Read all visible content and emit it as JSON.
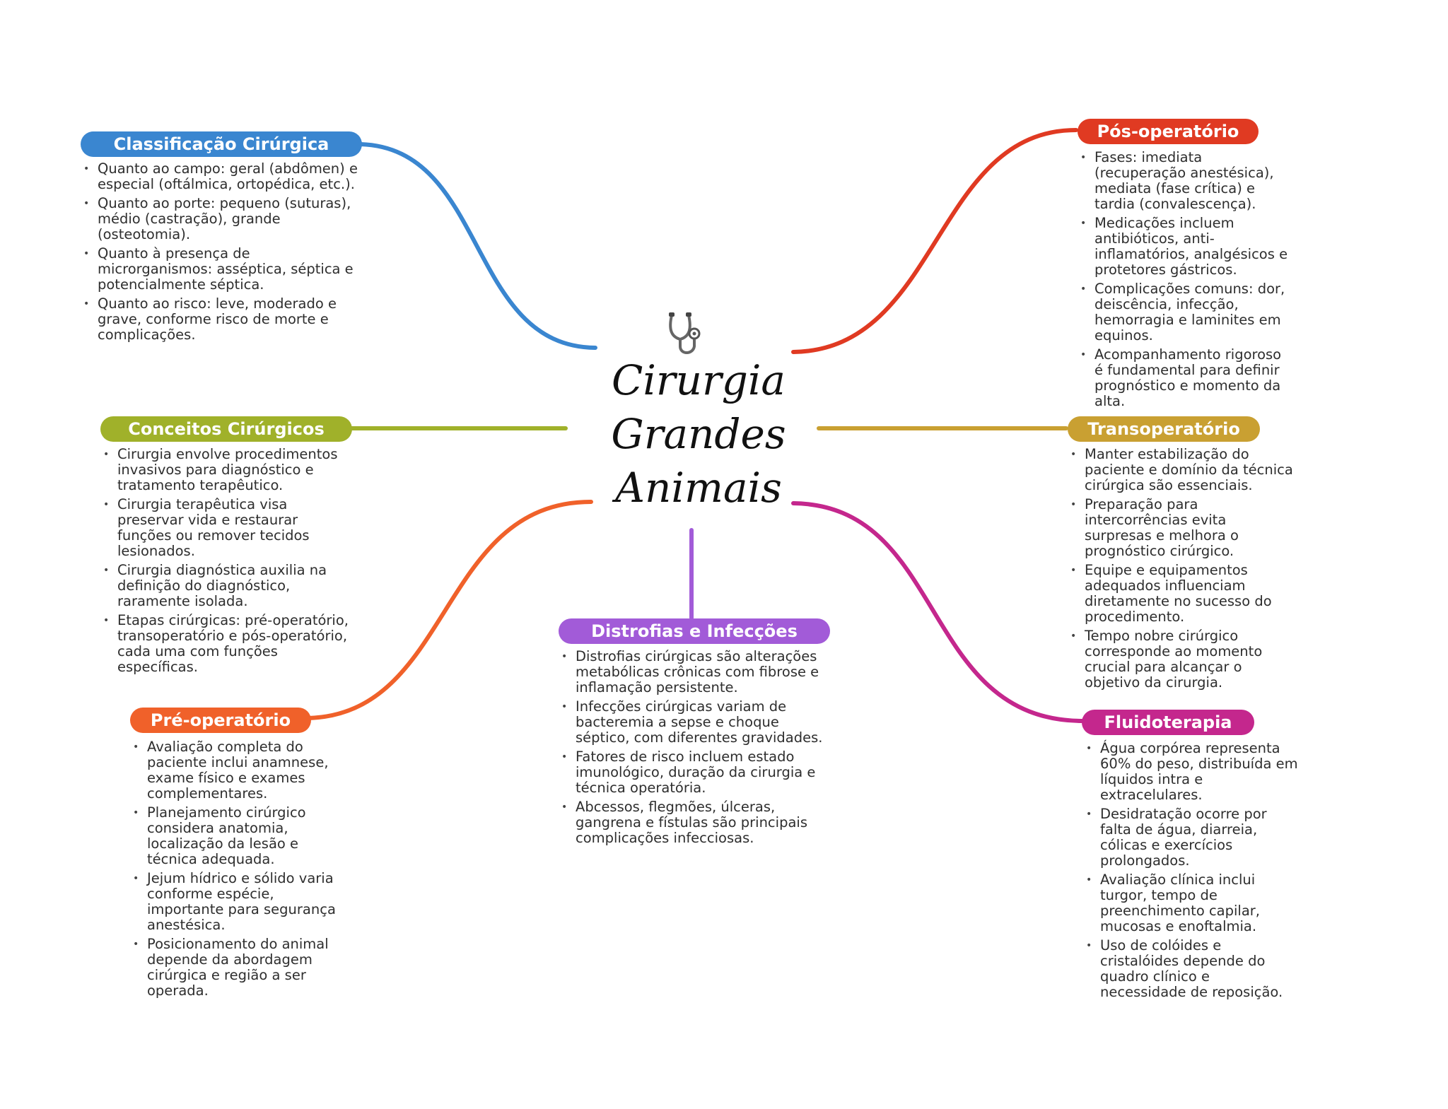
{
  "center": {
    "icon": "stethoscope-icon",
    "title_lines": [
      "Cirurgia",
      "Grandes",
      "Animais"
    ]
  },
  "branches": {
    "classificacao": {
      "title": "Classificação Cirúrgica",
      "color": "#3a86d0",
      "items": [
        "Quanto ao campo: geral (abdômen) e especial (oftálmica, ortopédica, etc.).",
        "Quanto ao porte: pequeno (suturas), médio (castração), grande (osteotomia).",
        "Quanto à presença de microrganismos: asséptica, séptica e potencialmente séptica.",
        "Quanto ao risco: leve, moderado e grave, conforme risco de morte e complicações."
      ]
    },
    "conceitos": {
      "title": "Conceitos Cirúrgicos",
      "color": "#a0b12a",
      "items": [
        "Cirurgia envolve procedimentos invasivos para diagnóstico e tratamento terapêutico.",
        "Cirurgia terapêutica visa preservar vida e restaurar funções ou remover tecidos lesionados.",
        "Cirurgia diagnóstica auxilia na definição do diagnóstico, raramente isolada.",
        "Etapas cirúrgicas: pré-operatório, transoperatório e pós-operatório, cada uma com funções específicas."
      ]
    },
    "preoperatorio": {
      "title": "Pré-operatório",
      "color": "#f0612a",
      "items": [
        "Avaliação completa do paciente inclui anamnese, exame físico e exames complementares.",
        "Planejamento cirúrgico considera anatomia, localização da lesão e técnica adequada.",
        "Jejum hídrico e sólido varia conforme espécie, importante para segurança anestésica.",
        "Posicionamento do animal depende da abordagem cirúrgica e região a ser operada."
      ]
    },
    "distrofias": {
      "title": "Distrofias e Infecções",
      "color": "#a25bd8",
      "items": [
        "Distrofias cirúrgicas são alterações metabólicas crônicas com fibrose e inflamação persistente.",
        "Infecções cirúrgicas variam de bacteremia a sepse e choque séptico, com diferentes gravidades.",
        "Fatores de risco incluem estado imunológico, duração da cirurgia e técnica operatória.",
        "Abcessos, flegmões, úlceras, gangrena e fístulas são principais complicações infecciosas."
      ]
    },
    "posoperatorio": {
      "title": "Pós-operatório",
      "color": "#e03a22",
      "items": [
        "Fases: imediata (recuperação anestésica), mediata (fase crítica) e tardia (convalescença).",
        "Medicações incluem antibióticos, anti-inflamatórios, analgésicos e protetores gástricos.",
        "Complicações comuns: dor, deiscência, infecção, hemorragia e laminites em equinos.",
        "Acompanhamento rigoroso é fundamental para definir prognóstico e momento da alta."
      ]
    },
    "transoperatorio": {
      "title": "Transoperatório",
      "color": "#c9a032",
      "items": [
        "Manter estabilização do paciente e domínio da técnica cirúrgica são essenciais.",
        "Preparação para intercorrências evita surpresas e melhora o prognóstico cirúrgico.",
        "Equipe e equipamentos adequados influenciam diretamente no sucesso do procedimento.",
        "Tempo nobre cirúrgico corresponde ao momento crucial para alcançar o objetivo da cirurgia."
      ]
    },
    "fluidoterapia": {
      "title": "Fluidoterapia",
      "color": "#c4278d",
      "items": [
        "Água corpórea representa 60% do peso, distribuída em líquidos intra e extracelulares.",
        "Desidratação ocorre por falta de água, diarreia, cólicas e exercícios prolongados.",
        "Avaliação clínica inclui turgor, tempo de preenchimento capilar, mucosas e enoftalmia.",
        "Uso de colóides e cristalóides depende do quadro clínico e necessidade de reposição."
      ]
    }
  }
}
